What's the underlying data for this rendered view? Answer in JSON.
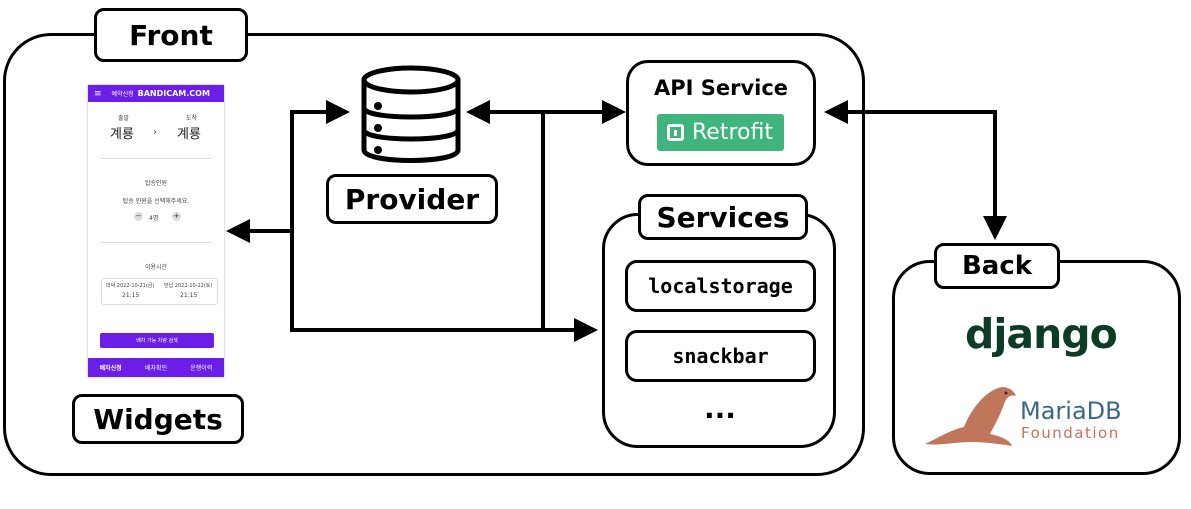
{
  "groups": {
    "front": "Front",
    "back": "Back",
    "services": "Services"
  },
  "nodes": {
    "provider": "Provider",
    "widgets": "Widgets",
    "api_service": "API Service",
    "retrofit": "Retrofit",
    "localstorage": "localstorage",
    "snackbar": "snackbar",
    "more": "..."
  },
  "back_logos": {
    "django": "django",
    "mariadb": "MariaDB",
    "foundation": "Foundation"
  },
  "phone": {
    "app_title": "예약신청",
    "watermark": "BANDICAM.COM",
    "departure_label": "출발",
    "departure_value": "계룡",
    "arrow": "›",
    "arrival_label": "도착",
    "arrival_value": "계룡",
    "passengers_label": "탑승인원",
    "passengers_hint": "탑승 인원을 선택해주세요.",
    "count": "4명",
    "minus": "−",
    "plus": "+",
    "time_label": "이용시간",
    "depart_date": "대덕 2022-10-21(금)",
    "return_date": "반납 2022-10-22(토)",
    "depart_time": "21:15",
    "return_time": "21:15",
    "submit": "배차 가능 차량 검색",
    "nav": [
      "배차신청",
      "배차확인",
      "운행이력"
    ]
  },
  "colors": {
    "phone_accent": "#6a1ee8",
    "retrofit_green": "#3fb47c",
    "django_green": "#0c3c26",
    "mariadb_blue": "#3b6889",
    "mariadb_brown": "#c0765a"
  }
}
